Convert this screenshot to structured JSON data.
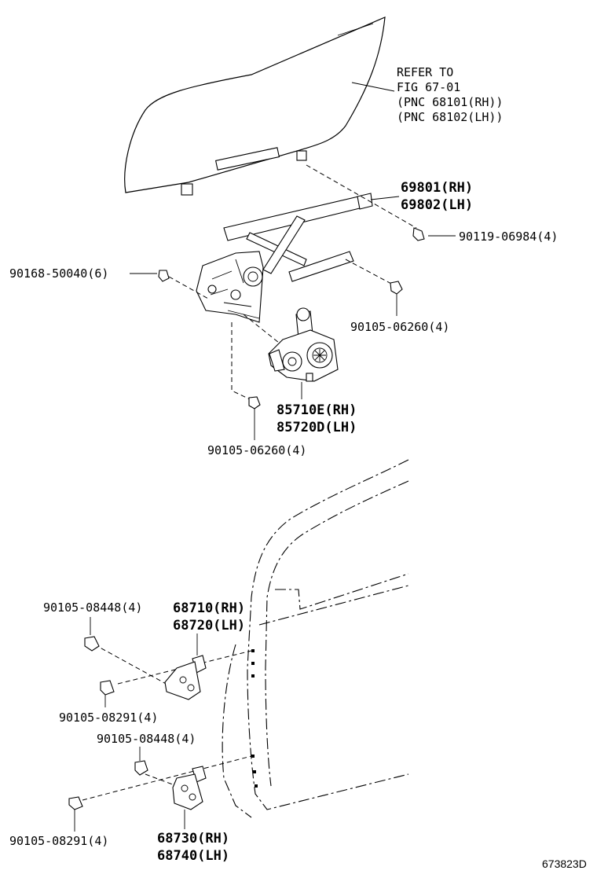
{
  "reference_note": {
    "line1": "REFER TO",
    "line2": "FIG 67-01",
    "line3": "(PNC 68101(RH))",
    "line4": "(PNC 68102(LH))"
  },
  "callouts": {
    "regulator_rh": "69801(RH)",
    "regulator_lh": "69802(LH)",
    "bolt_90119": "90119-06984(4)",
    "bolt_90168": "90168-50040(6)",
    "bolt_90105_06260_right": "90105-06260(4)",
    "motor_rh": "85710E(RH)",
    "motor_lh": "85720D(LH)",
    "bolt_90105_06260_bottom": "90105-06260(4)",
    "bolt_90105_08448_upper": "90105-08448(4)",
    "hinge_upper_rh": "68710(RH)",
    "hinge_upper_lh": "68720(LH)",
    "bolt_90105_08291_upper": "90105-08291(4)",
    "bolt_90105_08448_lower": "90105-08448(4)",
    "bolt_90105_08291_lower": "90105-08291(4)",
    "hinge_lower_rh": "68730(RH)",
    "hinge_lower_lh": "68740(LH)"
  },
  "figure_id": "673823D"
}
